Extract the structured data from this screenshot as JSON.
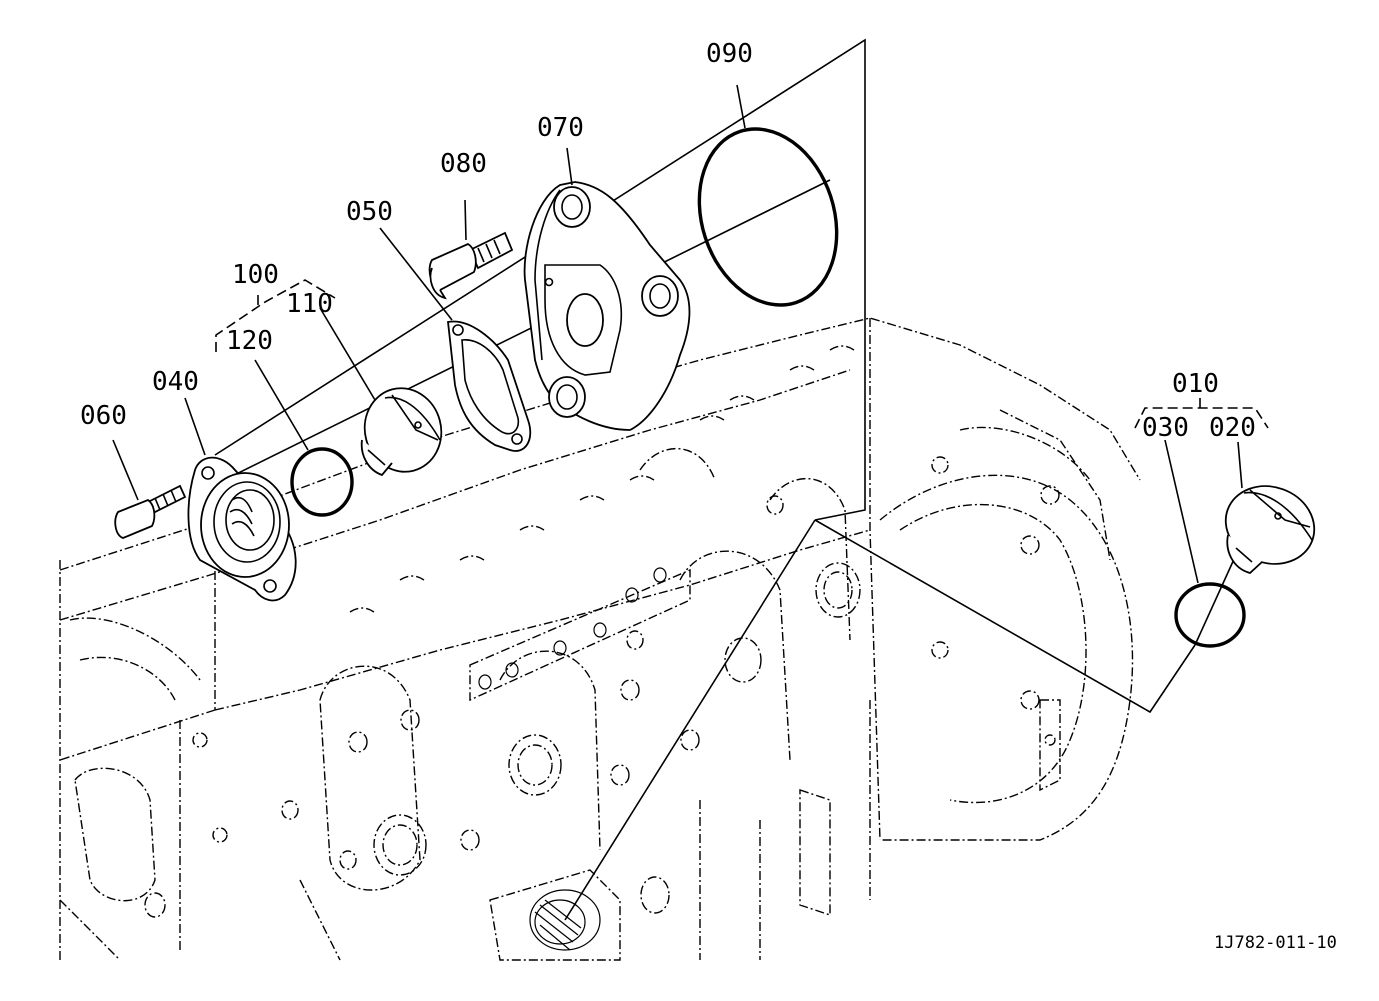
{
  "drawing": {
    "reference": "1J782-011-10"
  },
  "parts": [
    {
      "id": "p010",
      "label": "010"
    },
    {
      "id": "p020",
      "label": "020"
    },
    {
      "id": "p030",
      "label": "030"
    },
    {
      "id": "p040",
      "label": "040"
    },
    {
      "id": "p050",
      "label": "050"
    },
    {
      "id": "p060",
      "label": "060"
    },
    {
      "id": "p070",
      "label": "070"
    },
    {
      "id": "p080",
      "label": "080"
    },
    {
      "id": "p090",
      "label": "090"
    },
    {
      "id": "p100",
      "label": "100"
    },
    {
      "id": "p110",
      "label": "110"
    },
    {
      "id": "p120",
      "label": "120"
    }
  ]
}
